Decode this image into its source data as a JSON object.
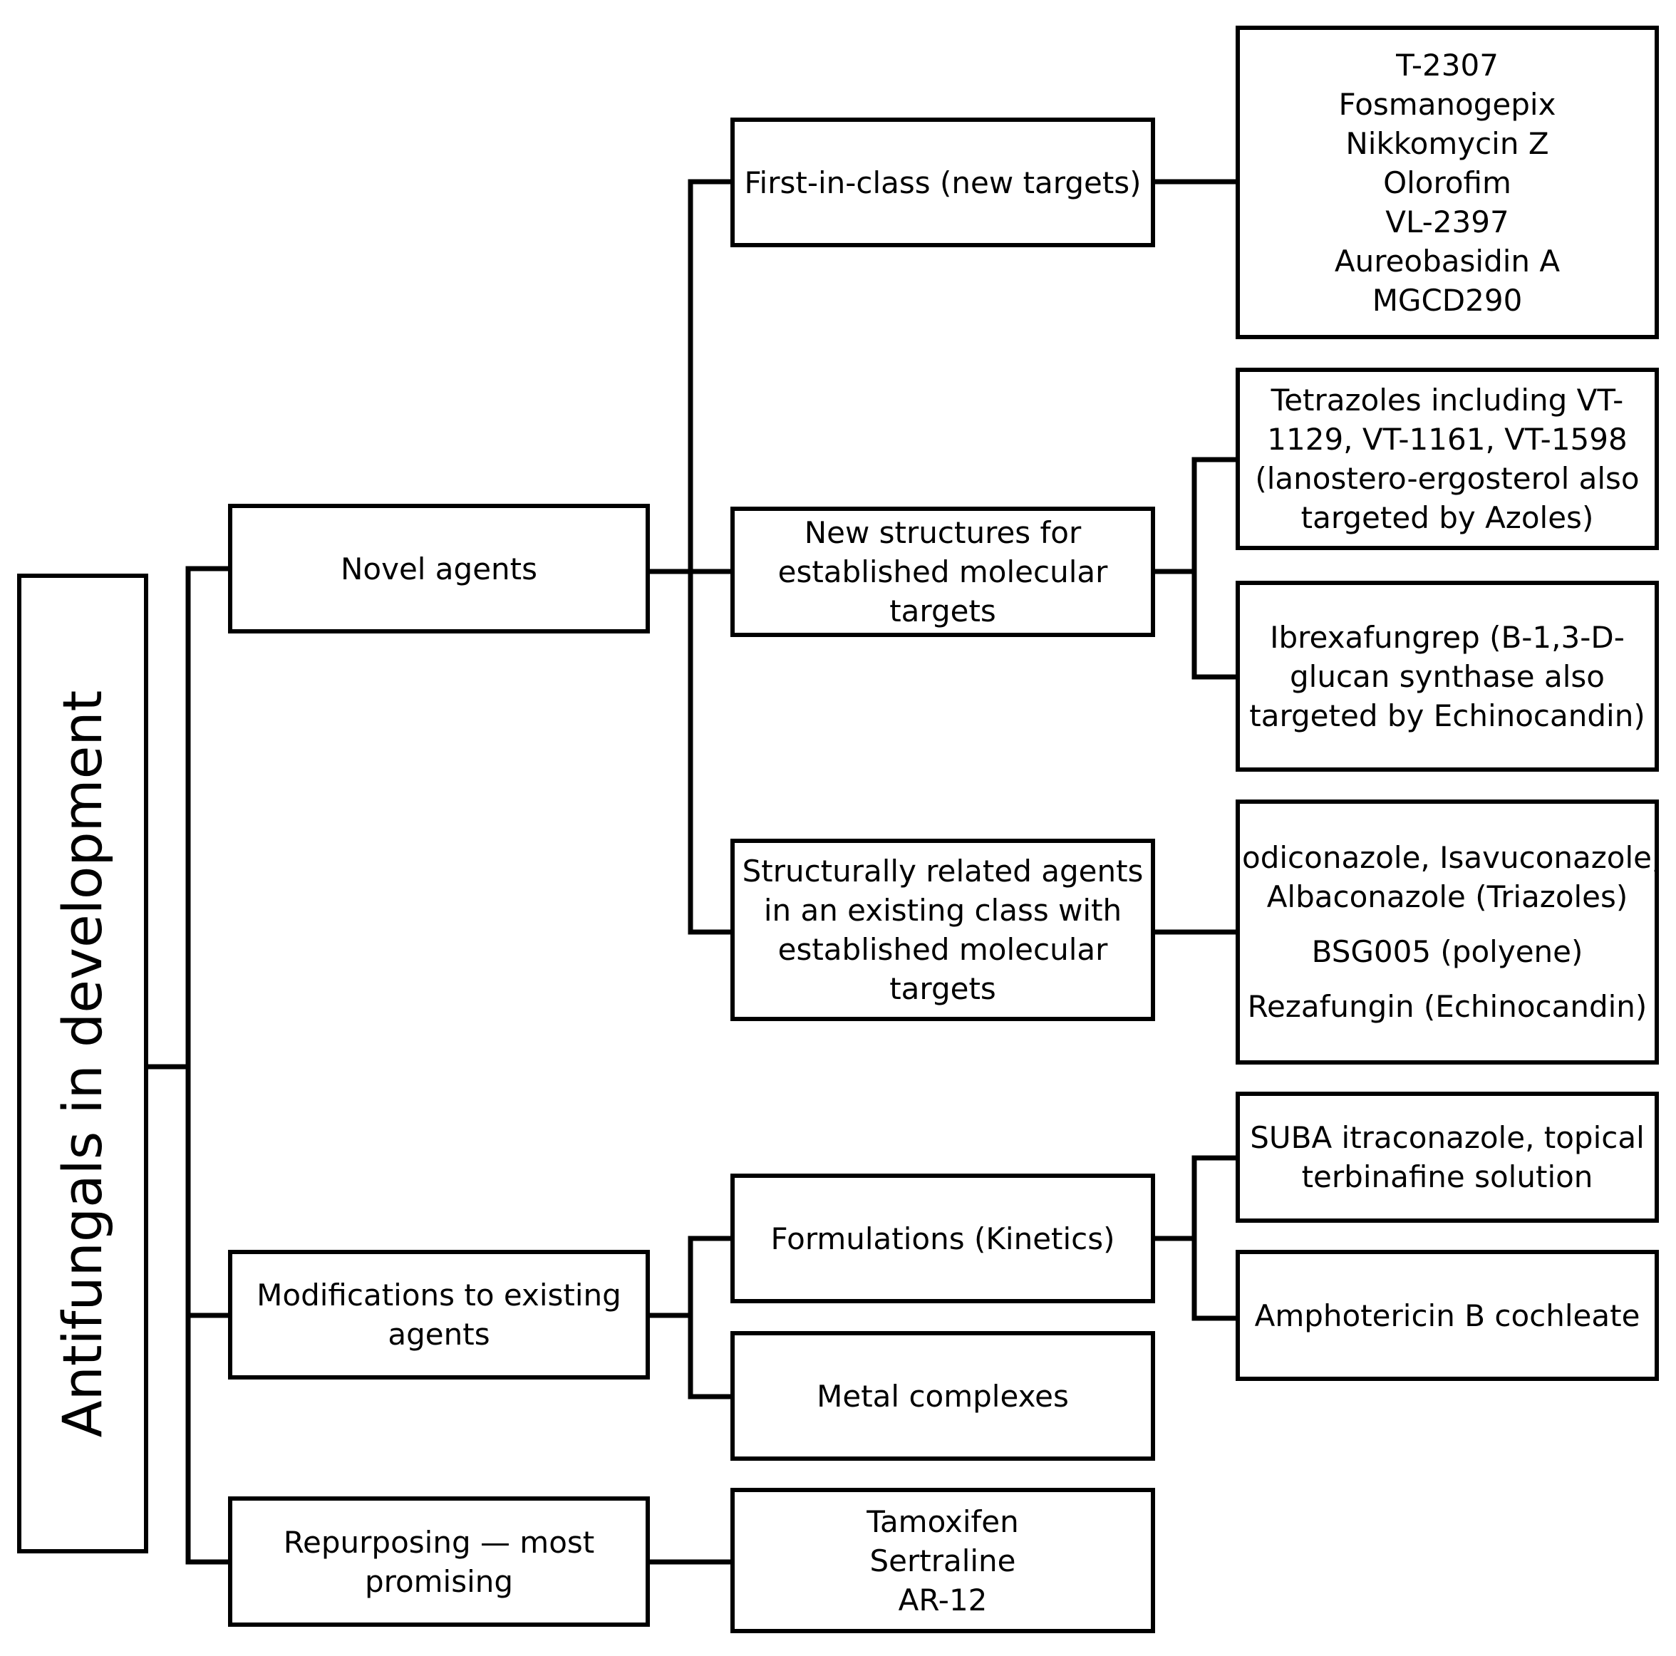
{
  "root": {
    "label": "Antifungals in development"
  },
  "level1": {
    "novel_agents": "Novel agents",
    "modifications": [
      "Modifications to existing",
      "agents"
    ],
    "repurposing": [
      "Repurposing — most",
      "promising"
    ]
  },
  "level2": {
    "first_in_class": "First-in-class (new targets)",
    "new_structures": [
      "New structures for",
      "established molecular",
      "targets"
    ],
    "structurally_related": [
      "Structurally related agents",
      "in an existing class with",
      "established molecular",
      "targets"
    ],
    "formulations": "Formulations (Kinetics)",
    "metal_complexes": "Metal complexes",
    "repurposed_drugs": [
      "Tamoxifen",
      "Sertraline",
      "AR-12"
    ]
  },
  "level3": {
    "first_in_class_drugs": [
      "T-2307",
      "Fosmanogepix",
      "Nikkomycin Z",
      "Olorofim",
      "VL-2397",
      "Aureobasidin A",
      "MGCD290"
    ],
    "tetrazoles": [
      "Tetrazoles including VT-",
      "1129, VT-1161, VT-1598",
      "(lanostero-ergosterol also",
      "targeted by Azoles)"
    ],
    "ibrexafungrep": [
      "Ibrexafungrep (B-1,3-D-",
      "glucan synthase also",
      "targeted by Echinocandin)"
    ],
    "structurally_related_drugs": [
      "Iodiconazole, Isavuconazole,",
      "Albaconazole (Triazoles)",
      "BSG005  (polyene)",
      "Rezafungin (Echinocandin)"
    ],
    "suba": [
      "SUBA itraconazole, topical",
      "terbinafine solution"
    ],
    "amphotericin": "Amphotericin B cochleate"
  }
}
